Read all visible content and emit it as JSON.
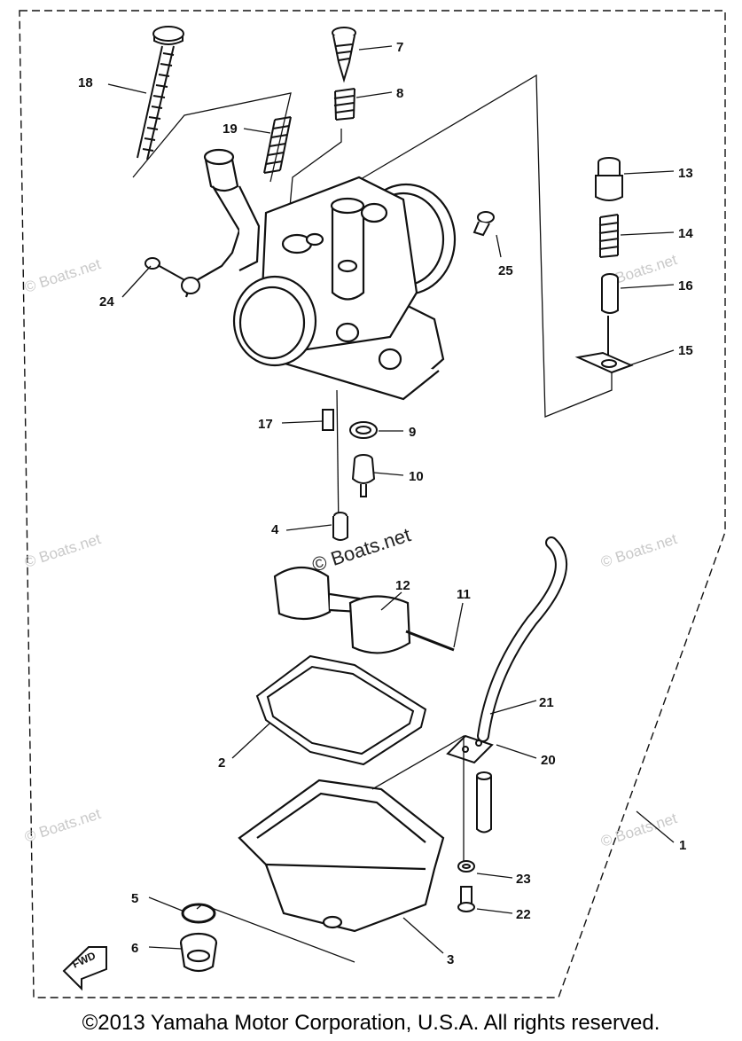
{
  "diagram": {
    "part_numbers": [
      "1",
      "2",
      "3",
      "4",
      "5",
      "6",
      "7",
      "8",
      "9",
      "10",
      "11",
      "12",
      "13",
      "14",
      "15",
      "16",
      "17",
      "18",
      "19",
      "20",
      "21",
      "22",
      "23",
      "24",
      "25"
    ],
    "direction_label": "FWD"
  },
  "watermark": {
    "text": "© Boats.net",
    "center_text": "© Boats.net"
  },
  "footer": {
    "copyright": "©2013 Yamaha Motor Corporation, U.S.A. All rights reserved."
  },
  "colors": {
    "ink": "#111111",
    "watermark": "#c9c9c9",
    "background": "#ffffff"
  }
}
